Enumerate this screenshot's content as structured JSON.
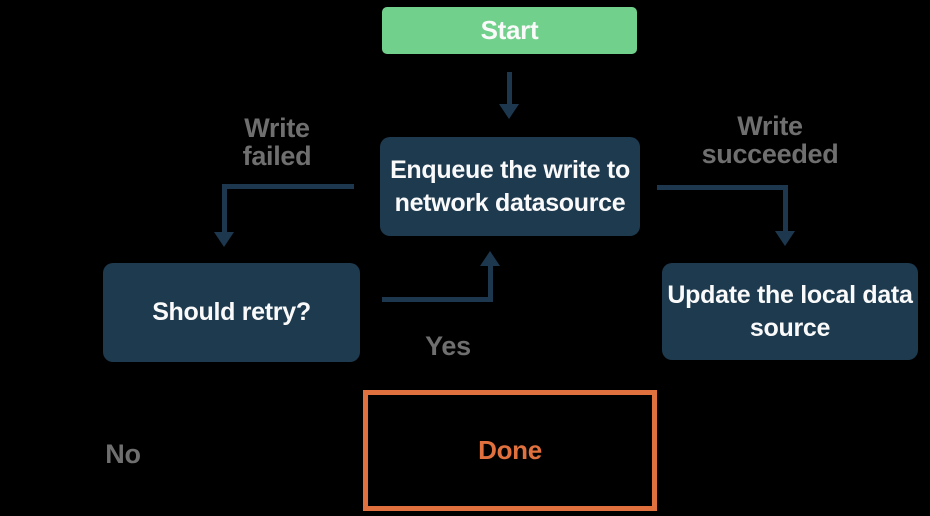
{
  "colors": {
    "background": "#000000",
    "start_fill": "#71d08b",
    "node_fill": "#1e3a4f",
    "node_text": "#fafafa",
    "arrow": "#1d384e",
    "label_gray": "#6f6f6f",
    "done_accent": "#e0713e"
  },
  "flowchart": {
    "nodes": {
      "start": {
        "label": "Start"
      },
      "enqueue": {
        "label": "Enqueue the write to\nnetwork datasource"
      },
      "should_retry": {
        "label": "Should retry?"
      },
      "update_local": {
        "label": "Update the local data\nsource"
      },
      "done": {
        "label": "Done"
      }
    },
    "edge_labels": {
      "write_failed": "Write\nfailed",
      "write_succeeded": "Write\nsucceeded",
      "yes": "Yes",
      "no": "No"
    }
  }
}
